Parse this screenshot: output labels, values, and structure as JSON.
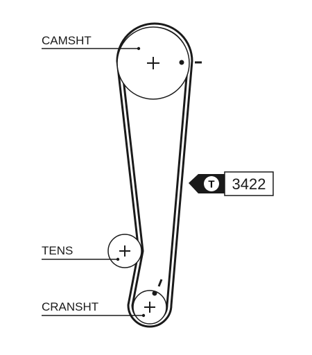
{
  "labels": {
    "camshaft": "CAMSHT",
    "tensioner": "TENS",
    "crankshaft": "CRANSHT"
  },
  "badge": {
    "icon_letter": "T",
    "number": "3422"
  },
  "colors": {
    "line": "#1a1a1a",
    "background": "#ffffff"
  }
}
